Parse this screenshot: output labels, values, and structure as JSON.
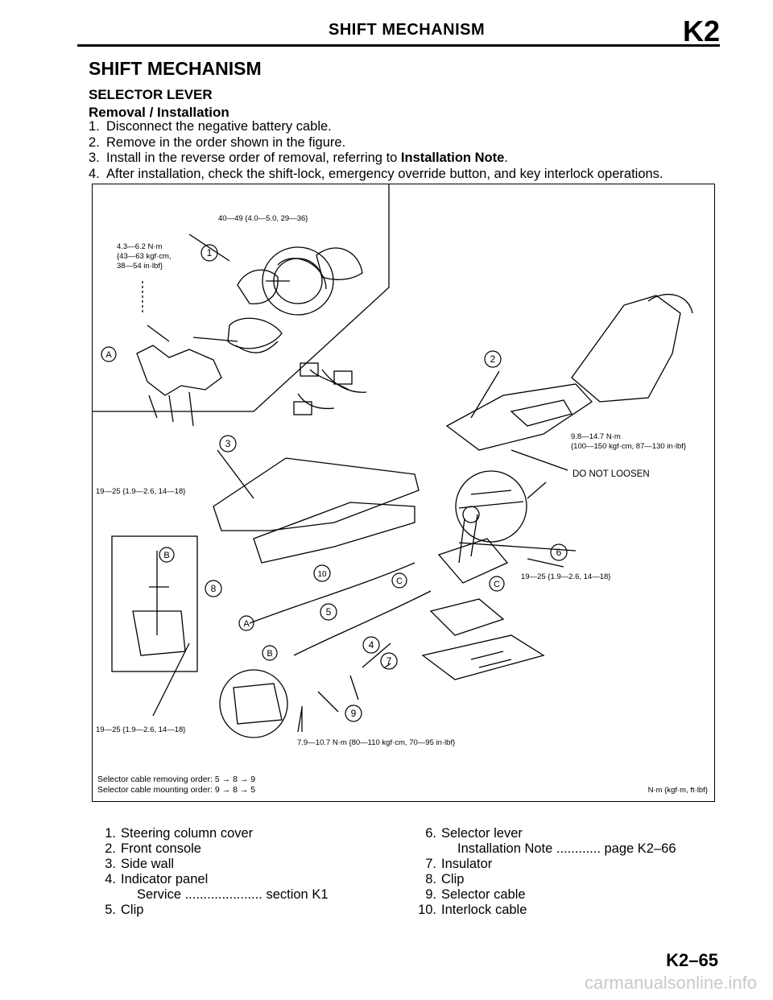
{
  "header": {
    "title": "SHIFT MECHANISM",
    "code": "K2"
  },
  "section_title": "SHIFT MECHANISM",
  "subhead": "SELECTOR LEVER",
  "subhead2": "Removal / Installation",
  "steps": [
    {
      "num": "1.",
      "text": "Disconnect the negative battery cable."
    },
    {
      "num": "2.",
      "text": "Remove in the order shown in the figure."
    },
    {
      "num": "3.",
      "text_before": "Install in the reverse order of removal, referring to ",
      "bold": "Installation Note",
      "text_after": "."
    },
    {
      "num": "4.",
      "text": "After installation, check the shift-lock, emergency override button, and key interlock operations."
    }
  ],
  "figure": {
    "torques": {
      "steering": "40—49 {4.0—5.0, 29—36}",
      "col1": "4.3—6.2 N·m",
      "col2": "{43—63 kgf·cm,",
      "col3": "38—54 in·lbf}",
      "console1": "9.8—14.7 N·m",
      "console2": "{100—150 kgf·cm, 87—130 in·lbf}",
      "wall": "19—25 {1.9—2.6, 14—18}",
      "lever": "19—25 {1.9—2.6, 14—18}",
      "bottom_left": "19—25 {1.9—2.6, 14—18}",
      "bottom_center": "7.9—10.7 N·m {80—110 kgf·cm, 70—95 in·lbf}"
    },
    "do_not_loosen": "DO NOT LOOSEN",
    "callouts": [
      "1",
      "2",
      "3",
      "4",
      "5",
      "6",
      "7",
      "8",
      "9",
      "10"
    ],
    "letters": [
      "A",
      "B",
      "C"
    ],
    "order_remove": "Selector cable removing order: 5 → 8 → 9",
    "order_mount": "Selector cable mounting order: 9 → 8 → 5",
    "units": "N·m {kgf·m, ft·lbf}"
  },
  "legend": {
    "left": [
      {
        "n": "1.",
        "text": "Steering column cover"
      },
      {
        "n": "2.",
        "text": "Front console"
      },
      {
        "n": "3.",
        "text": "Side wall"
      },
      {
        "n": "4.",
        "text": "Indicator panel"
      },
      {
        "sub": "Service ..................... section K1"
      },
      {
        "n": "5.",
        "text": "Clip"
      }
    ],
    "right": [
      {
        "n": "6.",
        "text": "Selector lever"
      },
      {
        "sub": "Installation Note ............ page K2–66"
      },
      {
        "n": "7.",
        "text": "Insulator"
      },
      {
        "n": "8.",
        "text": "Clip"
      },
      {
        "n": "9.",
        "text": "Selector cable"
      },
      {
        "n": "10.",
        "text": "Interlock cable"
      }
    ]
  },
  "footer_code": "K2–65",
  "watermark": "carmanualsonline.info"
}
